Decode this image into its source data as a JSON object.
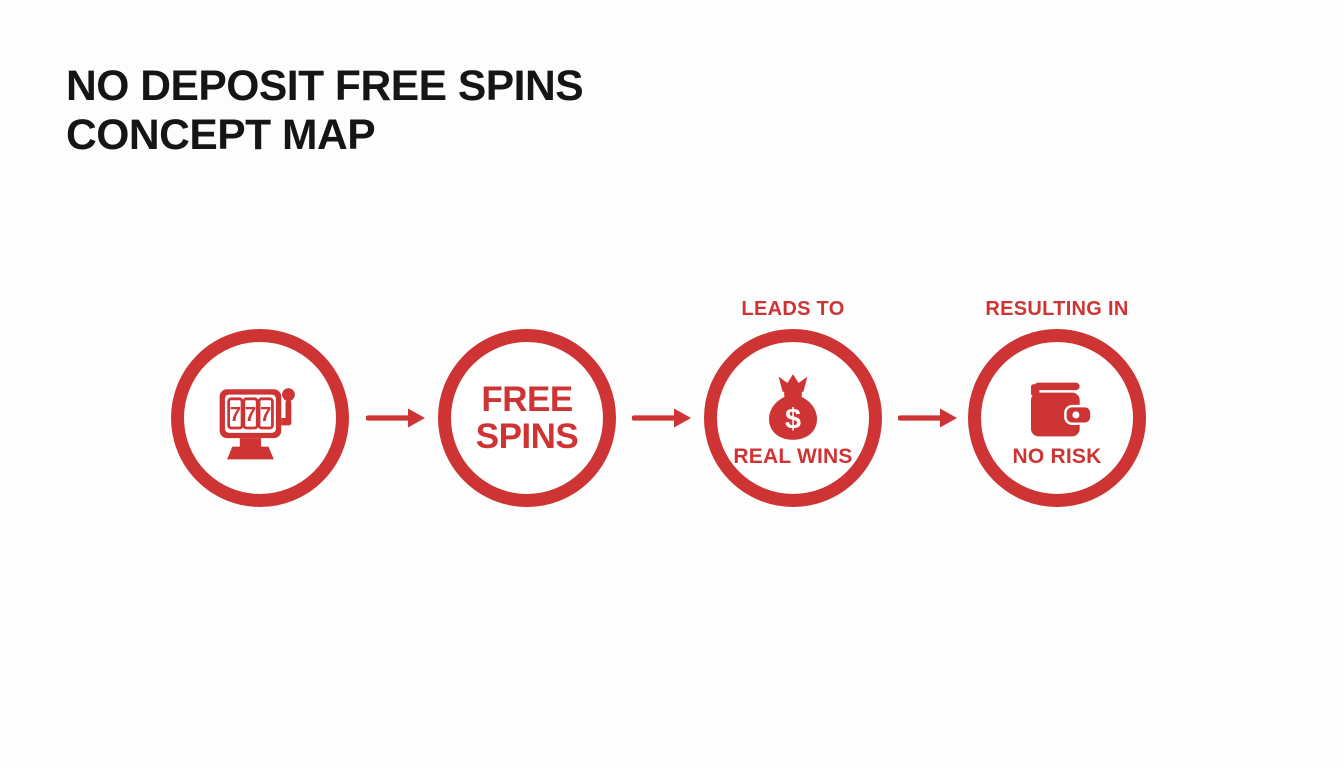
{
  "title": {
    "line1": "NO DEPOSIT FREE SPINS",
    "line2": "CONCEPT MAP"
  },
  "colors": {
    "accent": "#CE3434",
    "ink": "#151515",
    "bg": "#FDFDFD"
  },
  "nodes": [
    {
      "name": "slot-machine",
      "icon": "slot-machine-icon",
      "reels": [
        "7",
        "7",
        "7"
      ],
      "top_label": "",
      "label": ""
    },
    {
      "name": "free-spins",
      "text_line1": "FREE",
      "text_line2": "SPINS",
      "top_label": "",
      "label": ""
    },
    {
      "name": "real-wins",
      "icon": "money-bag-icon",
      "currency_symbol": "$",
      "top_label": "LEADS TO",
      "label": "REAL WINS"
    },
    {
      "name": "no-risk",
      "icon": "wallet-icon",
      "top_label": "RESULTING IN",
      "label": "NO RISK"
    }
  ]
}
